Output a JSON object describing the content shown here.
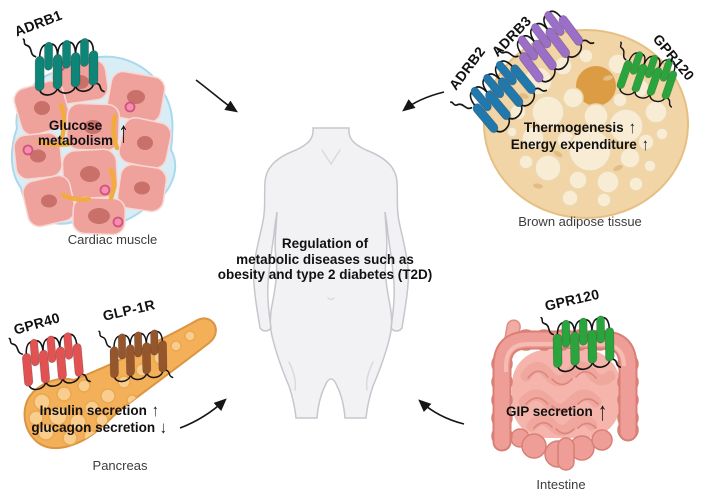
{
  "figure": {
    "center": {
      "line1": "Regulation of",
      "line2": "metabolic diseases such as",
      "line3": "obesity and type 2 diabetes (T2D)"
    },
    "panels": {
      "cardiac": {
        "receptor": {
          "label": "ADRB1",
          "color": "#0f8578"
        },
        "effect": {
          "line1": "Glucose",
          "line2": "metabolism",
          "arrow": "↑"
        },
        "caption": "Cardiac muscle"
      },
      "bat": {
        "receptors": [
          {
            "label": "ADRB2",
            "color": "#2178ad"
          },
          {
            "label": "ADRB3",
            "color": "#9b6ec8"
          },
          {
            "label": "GPR120",
            "color": "#2aa43c"
          }
        ],
        "effects": [
          {
            "text": "Thermogenesis",
            "arrow": "↑"
          },
          {
            "text": "Energy expenditure",
            "arrow": "↑"
          }
        ],
        "caption": "Brown adipose tissue"
      },
      "pancreas": {
        "receptors": [
          {
            "label": "GPR40",
            "color": "#e25252"
          },
          {
            "label": "GLP-1R",
            "color": "#95562b"
          }
        ],
        "effects": [
          {
            "text": "Insulin secretion",
            "arrow": "↑"
          },
          {
            "text": "glucagon secretion",
            "arrow": "↓"
          }
        ],
        "caption": "Pancreas"
      },
      "intestine": {
        "receptor": {
          "label": "GPR120",
          "color": "#2aa43c"
        },
        "effects": [
          {
            "text": "GIP secretion",
            "arrow": "↑"
          }
        ],
        "caption": "Intestine"
      }
    }
  }
}
